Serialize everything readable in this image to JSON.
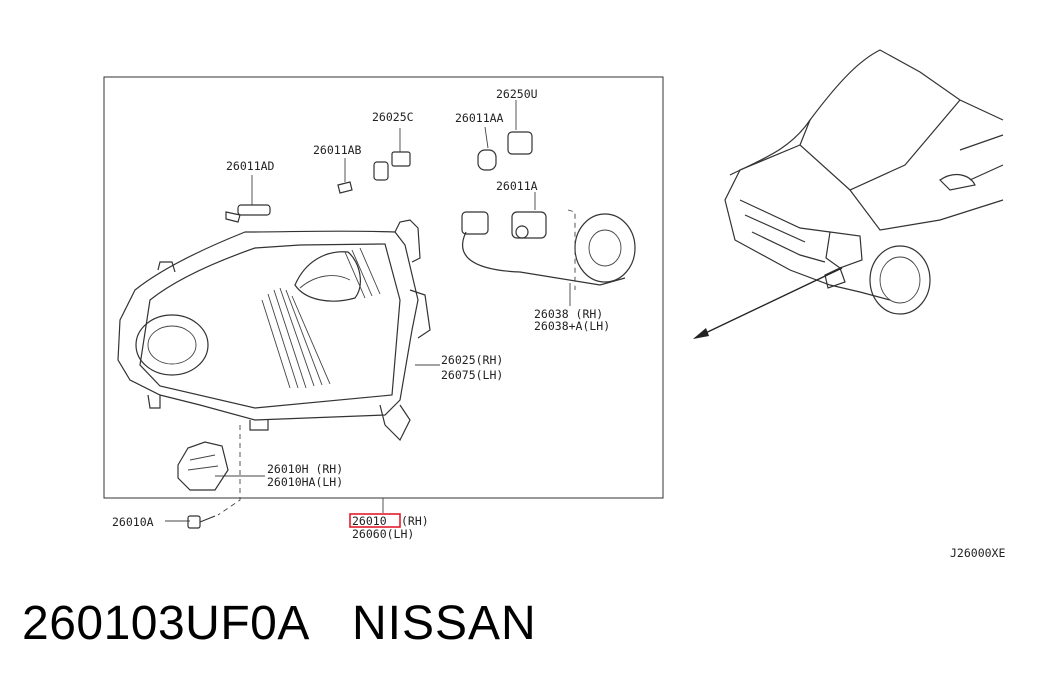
{
  "labels": {
    "p26250U": "26250U",
    "p26025C": "26025C",
    "p26011AA": "26011AA",
    "p26011AB": "26011AB",
    "p26011AD": "26011AD",
    "p26011A": "26011A",
    "p26038_rh": "26038  (RH)",
    "p26038_lh": "26038+A(LH)",
    "p26025_rh": "26025(RH)",
    "p26075_lh": "26075(LH)",
    "p26010H_rh": "26010H  (RH)",
    "p26010HA_lh": "26010HA(LH)",
    "p26010A": "26010A",
    "p26010_rh_num": "26010",
    "p26010_rh_suffix": "(RH)",
    "p26060_lh": "26060(LH)",
    "diagram_code": "J26000XE"
  },
  "footer": {
    "part_number": "260103UF0A",
    "brand": "NISSAN"
  },
  "colors": {
    "highlight": "#e11d2a",
    "line": "#333333"
  }
}
